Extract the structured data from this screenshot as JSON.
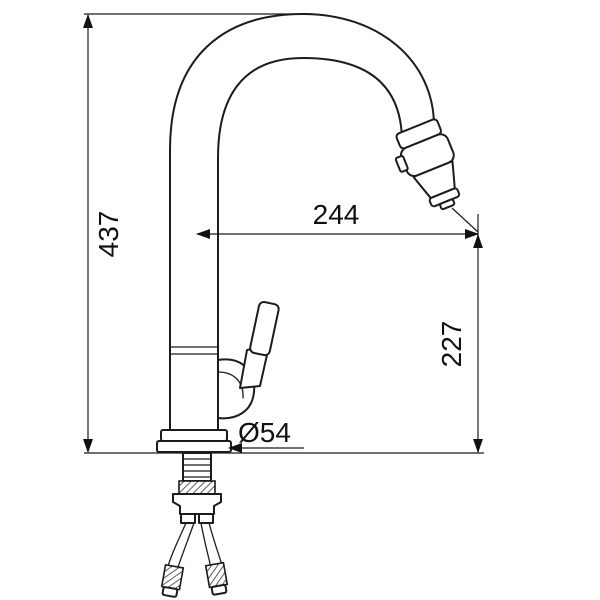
{
  "diagram": {
    "kind": "faucet-dimension-drawing",
    "colors": {
      "ink": "#1c1c1c",
      "background": "#ffffff"
    },
    "dims": {
      "overall_height": "437",
      "spout_reach": "244",
      "outlet_height": "227",
      "base_diameter": "Ø54"
    }
  }
}
